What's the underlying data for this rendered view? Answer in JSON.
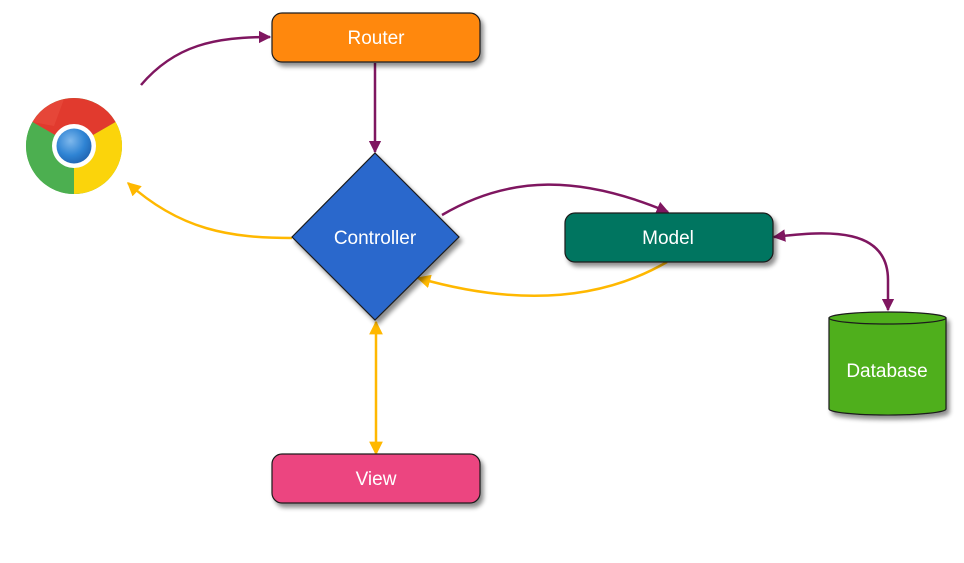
{
  "diagram": {
    "type": "flowchart",
    "title": "",
    "nodes": [
      {
        "id": "browser",
        "label": "",
        "shape": "chrome-logo",
        "icon": "chrome-icon"
      },
      {
        "id": "router",
        "label": "Router",
        "shape": "rounded-rect",
        "color": "#FF8811"
      },
      {
        "id": "controller",
        "label": "Controller",
        "shape": "diamond",
        "color": "#2A68CC"
      },
      {
        "id": "model",
        "label": "Model",
        "shape": "rounded-rect",
        "color": "#037460"
      },
      {
        "id": "view",
        "label": "View",
        "shape": "rounded-rect",
        "color": "#EC4580"
      },
      {
        "id": "database",
        "label": "Database",
        "shape": "cylinder",
        "color": "#4FAF1E"
      }
    ],
    "edges": [
      {
        "from": "browser",
        "to": "router",
        "color": "#7F1660",
        "direction": "forward"
      },
      {
        "from": "router",
        "to": "controller",
        "color": "#7F1660",
        "direction": "forward"
      },
      {
        "from": "controller",
        "to": "model",
        "color": "#7F1660",
        "direction": "forward"
      },
      {
        "from": "model",
        "to": "database",
        "color": "#7F1660",
        "direction": "both"
      },
      {
        "from": "model",
        "to": "controller",
        "color": "#FFB800",
        "direction": "forward"
      },
      {
        "from": "controller",
        "to": "view",
        "color": "#FFB800",
        "direction": "both"
      },
      {
        "from": "controller",
        "to": "browser",
        "color": "#FFB800",
        "direction": "forward"
      }
    ]
  },
  "colors": {
    "request_flow": "#7F1660",
    "response_flow": "#FFB800",
    "outline": "#1a1a1a"
  }
}
